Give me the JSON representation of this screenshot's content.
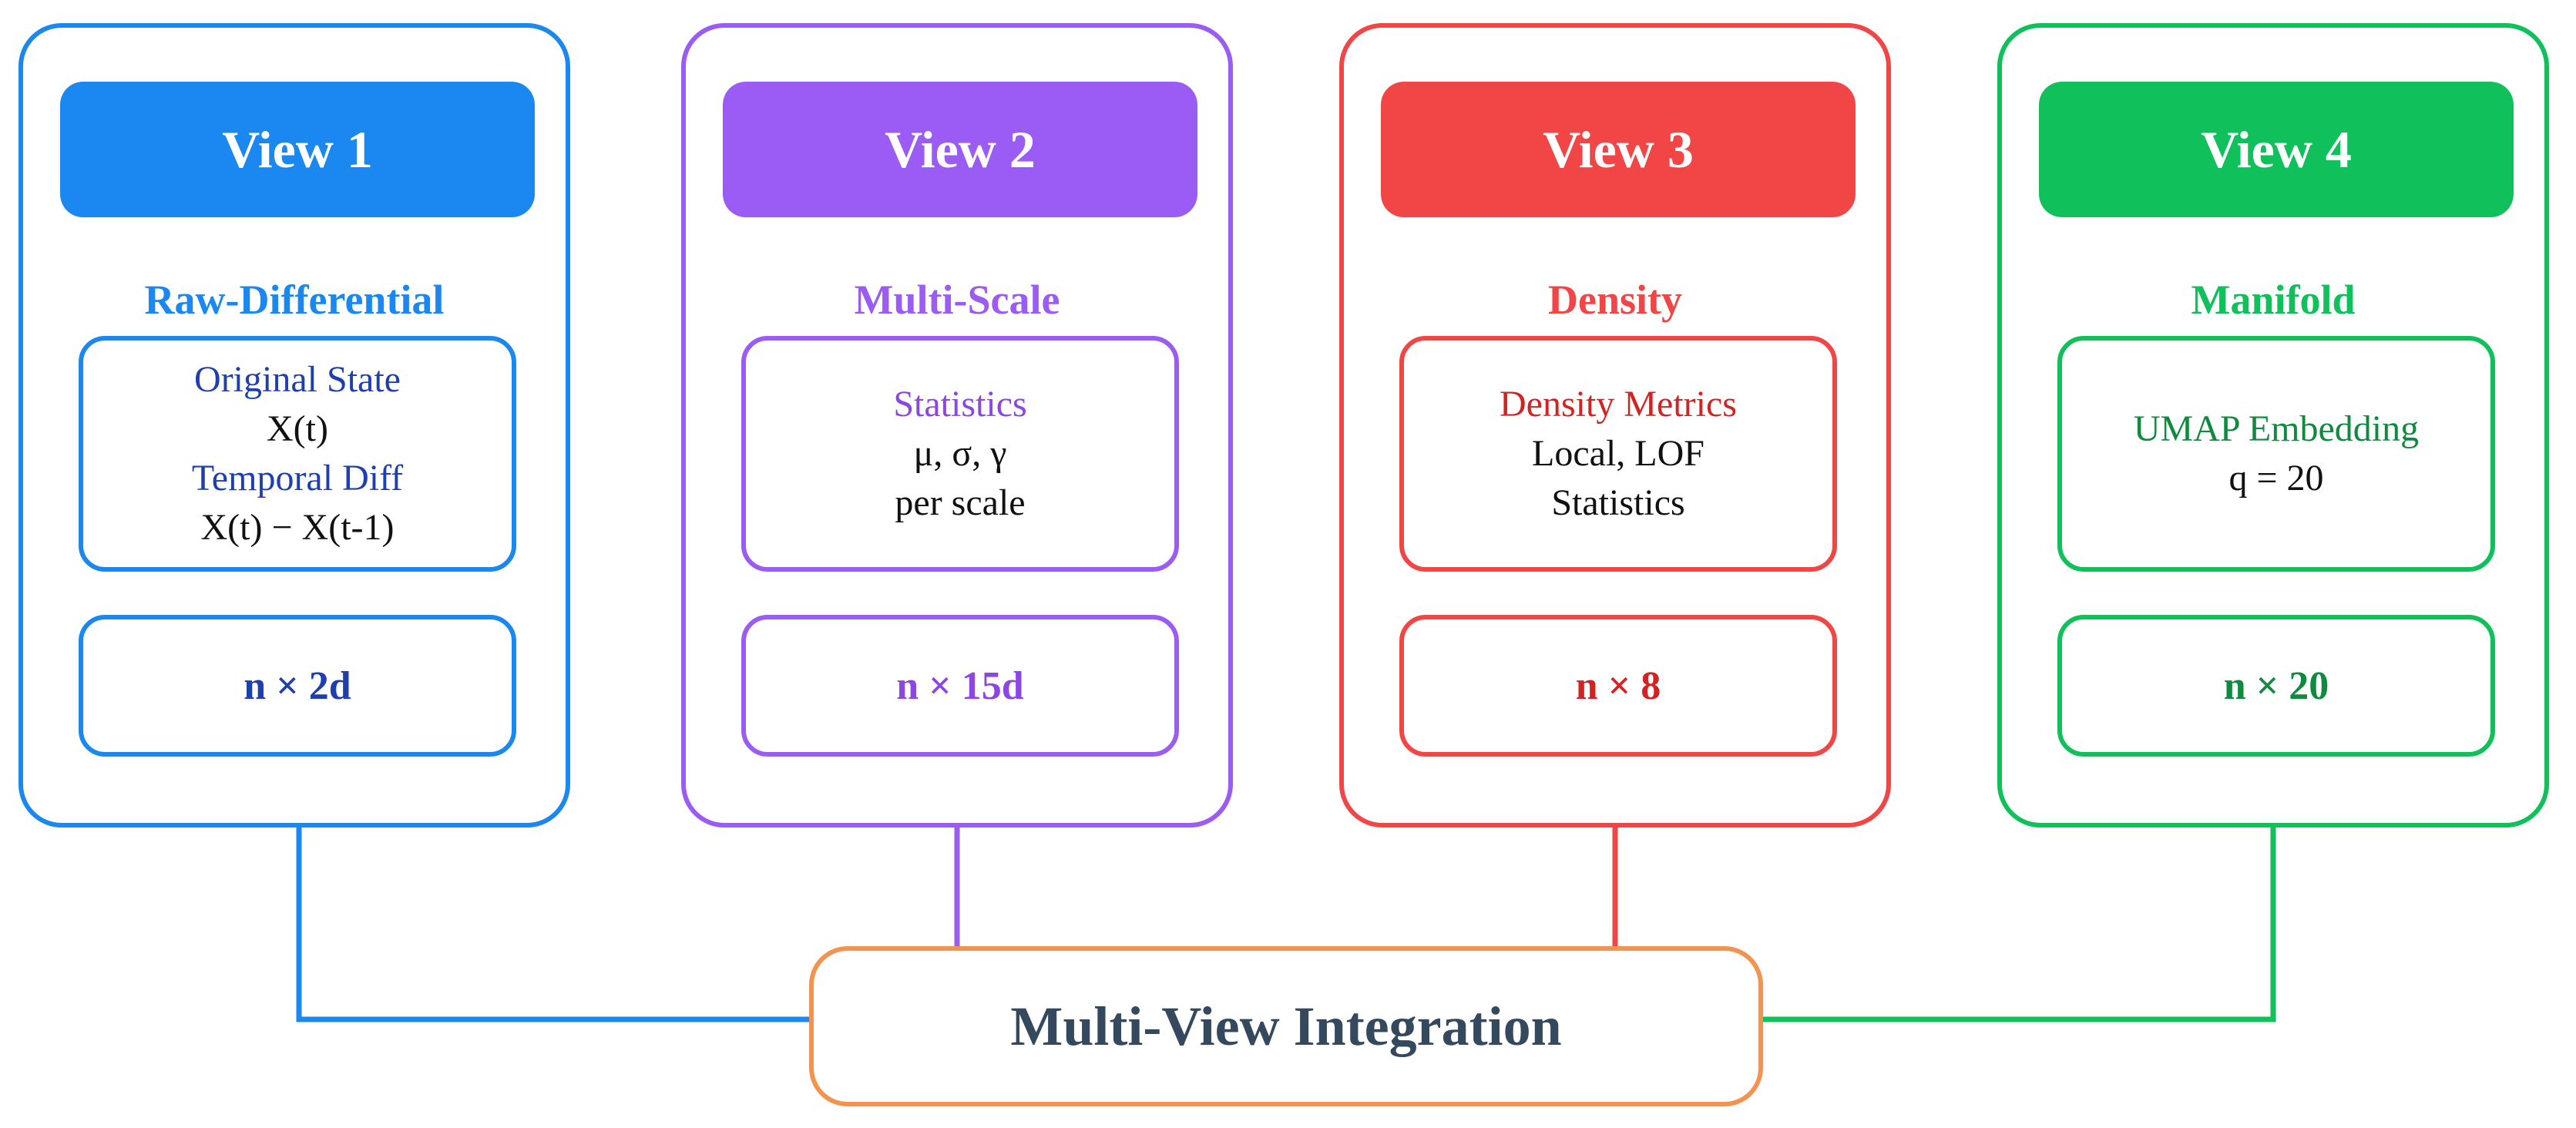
{
  "views": [
    {
      "header": "View 1",
      "subtitle": "Raw-Differential",
      "details": [
        {
          "text": "Original State",
          "role": "heading"
        },
        {
          "text": "X(t)",
          "role": "line"
        },
        {
          "text": "Temporal Diff",
          "role": "heading"
        },
        {
          "text": "X(t) − X(t-1)",
          "role": "line"
        }
      ],
      "dimension": "n × 2d",
      "color": "#1a88f0",
      "text_color": "#1f3fae"
    },
    {
      "header": "View 2",
      "subtitle": "Multi-Scale",
      "details": [
        {
          "text": "Statistics",
          "role": "heading"
        },
        {
          "text": "μ, σ, γ",
          "role": "line"
        },
        {
          "text": "per scale",
          "role": "line"
        }
      ],
      "dimension": "n × 15d",
      "color": "#9b5cf6",
      "text_color": "#8b46e3"
    },
    {
      "header": "View 3",
      "subtitle": "Density",
      "details": [
        {
          "text": "Density Metrics",
          "role": "heading"
        },
        {
          "text": "Local, LOF",
          "role": "line"
        },
        {
          "text": "Statistics",
          "role": "line"
        }
      ],
      "dimension": "n × 8",
      "color": "#f24646",
      "text_color": "#d42222"
    },
    {
      "header": "View 4",
      "subtitle": "Manifold",
      "details": [
        {
          "text": "UMAP Embedding",
          "role": "heading"
        },
        {
          "text": "q = 20",
          "role": "line"
        }
      ],
      "dimension": "n × 20",
      "color": "#10c05a",
      "text_color": "#0f8a3e"
    }
  ],
  "integration": {
    "label": "Multi-View Integration",
    "color": "#f39350"
  }
}
